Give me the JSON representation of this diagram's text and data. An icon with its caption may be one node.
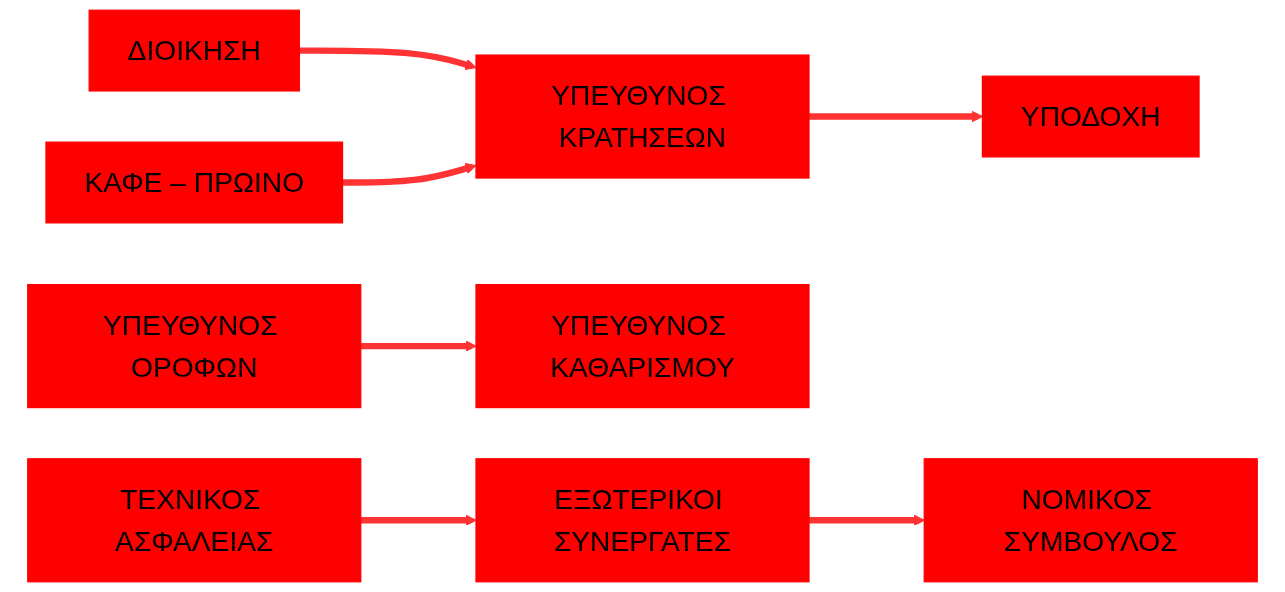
{
  "diagram": {
    "nodes": [
      {
        "text": [
          "ΔΙΟΙΚΗΣΗ"
        ]
      },
      {
        "text": [
          "ΚΑΦΕ – ΠΡΩΙΝΟ"
        ]
      },
      {
        "text": [
          "ΥΠΕΥΘΥΝΟΣ ΚΡΑΤΗΣΕΩΝ"
        ]
      },
      {
        "text": [
          "ΥΠΟΔΟΧΗ"
        ]
      },
      {
        "text": [
          "ΥΠΕΥΘΥΝΟΣ ΟΡΟΦΩΝ"
        ]
      },
      {
        "text": [
          "ΥΠΕΥΘΥΝΟΣ ΚΑΘΑΡΙΣΜΟΥ"
        ]
      },
      {
        "text": [
          "ΤΕΧΝΙΚΟΣ ΑΣΦΑΛΕΙΑΣ"
        ]
      },
      {
        "text": [
          "ΕΞΩΤΕΡΙΚΟΙ ΣΥΝΕΡΓΑΤΕΣ"
        ]
      },
      {
        "text": [
          "ΝΟΜΙΚΟΣ ΣΥΜΒΟΥΛΟΣ"
        ]
      }
    ],
    "edges": [
      {
        "from": 0,
        "to": 2,
        "arrow": "to"
      },
      {
        "from": 1,
        "to": 2,
        "arrow": "to"
      },
      {
        "from": 2,
        "to": 3,
        "arrow": "to"
      },
      {
        "from": 4,
        "to": 5,
        "arrow": "to"
      },
      {
        "from": 6,
        "to": 7,
        "arrow": "to"
      },
      {
        "from": 7,
        "to": 8,
        "arrow": "to"
      }
    ]
  }
}
